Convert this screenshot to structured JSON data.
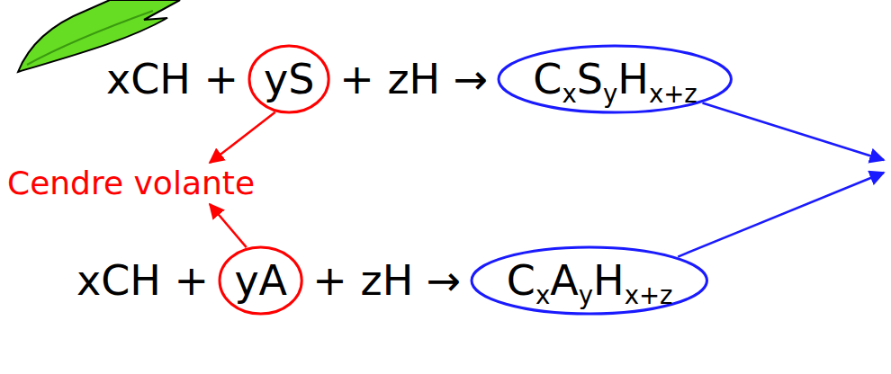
{
  "diagram": {
    "nodes": [
      {
        "text": [
          "yS"
        ]
      },
      {
        "text": [
          "C",
          "x",
          "S",
          "y",
          "H",
          "x+z"
        ]
      },
      {
        "text": [
          "yA"
        ]
      },
      {
        "text": [
          "C",
          "x",
          "A",
          "y",
          "H",
          "x+z"
        ]
      }
    ],
    "labels": [
      "xCH +",
      "+ zH →",
      "Cendre volante",
      "xCH +",
      "+ zH →"
    ]
  }
}
